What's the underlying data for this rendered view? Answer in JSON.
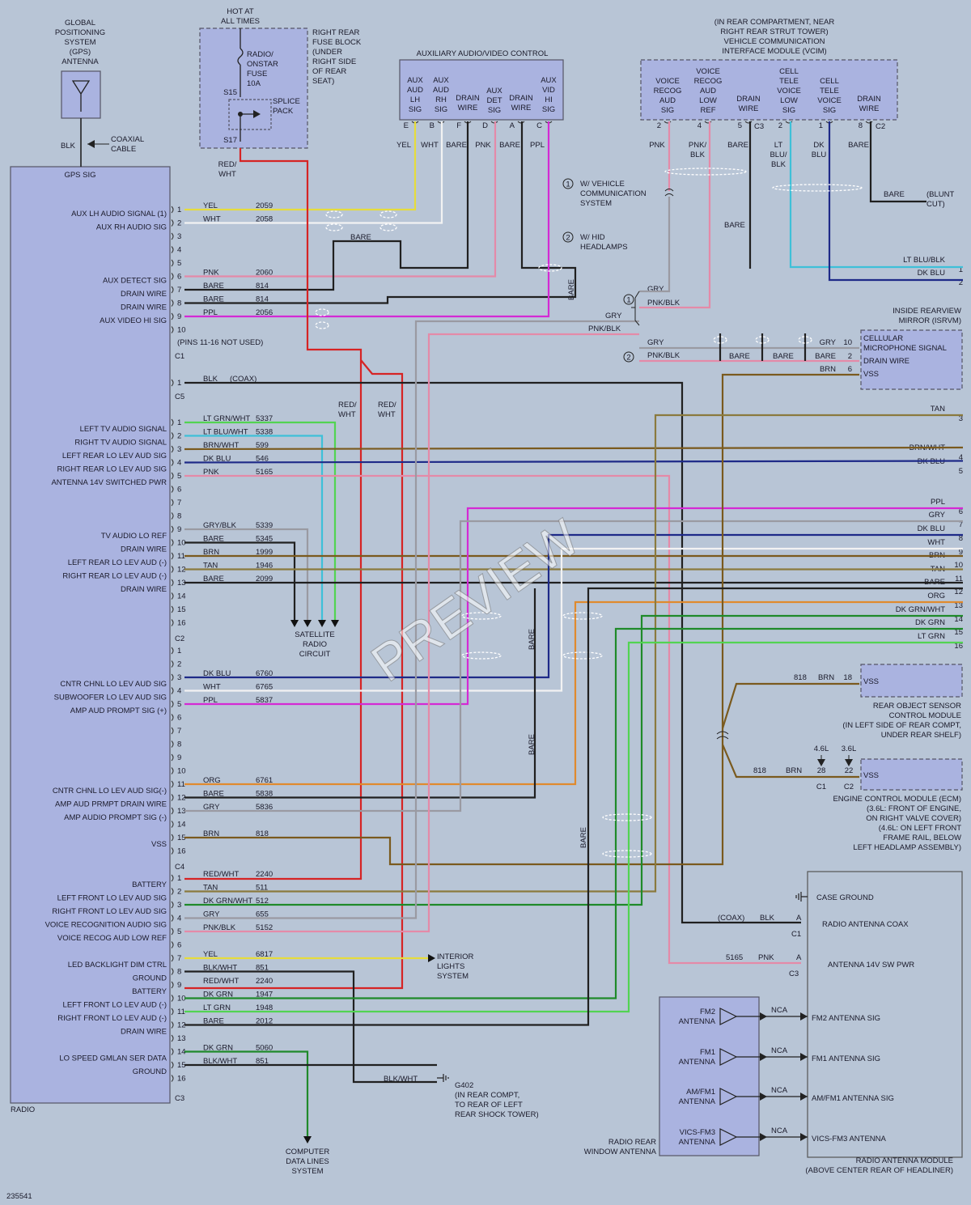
{
  "colors": {
    "background": "#b8c5d6",
    "module_fill": "#aab3e0",
    "module_stroke": "#555566",
    "YEL": "#e6dc3c",
    "WHT": "#f2f2f2",
    "BARE": "#202020",
    "BLK": "#202020",
    "PNK": "#e48aa8",
    "PPL": "#d42ad4",
    "RED": "#d62424",
    "GRY": "#9a9aa2",
    "DKBLU": "#1e2a88",
    "LTBLU": "#3ec0d8",
    "LTGRN": "#52d452",
    "DKGRN": "#1f8a2a",
    "BRN": "#7a5a1e",
    "TAN": "#8a7a3e",
    "ORG": "#e08a2e"
  },
  "radio": {
    "name": "RADIO",
    "gps_sig": "GPS SIG",
    "connectors": [
      "C1",
      "C5",
      "C2",
      "C4",
      "C3"
    ],
    "c1_pins_note": "(PINS 11-16 NOT USED)",
    "signals": [
      "AUX LH AUDIO SIGNAL (1)",
      "AUX RH AUDIO SIG",
      "AUX DETECT SIG",
      "DRAIN WIRE",
      "DRAIN WIRE",
      "AUX VIDEO HI SIG",
      "LEFT TV AUDIO SIGNAL",
      "RIGHT TV AUDIO SIGNAL",
      "LEFT REAR LO LEV AUD SIG",
      "RIGHT REAR LO LEV AUD SIG",
      "ANTENNA 14V SWITCHED PWR",
      "TV AUDIO LO REF",
      "DRAIN WIRE",
      "LEFT REAR LO LEV AUD (-)",
      "RIGHT REAR LO LEV AUD (-)",
      "DRAIN WIRE",
      "CNTR CHNL LO LEV AUD SIG",
      "SUBWOOFER LO LEV AUD SIG",
      "AMP AUD PROMPT SIG (+)",
      "CNTR CHNL LO LEV AUD SIG(-)",
      "AMP AUD PRMPT DRAIN WIRE",
      "AMP AUDIO PROMPT SIG (-)",
      "VSS",
      "BATTERY",
      "LEFT FRONT LO LEV AUD SIG",
      "RIGHT FRONT LO LEV AUD SIG",
      "VOICE RECOGNITION AUDIO SIG",
      "VOICE RECOG AUD LOW REF",
      "LED BACKLIGHT DIM CTRL",
      "GROUND",
      "BATTERY",
      "LEFT FRONT LO LEV AUD (-)",
      "RIGHT FRONT LO LEV AUD (-)",
      "DRAIN WIRE",
      "LO SPEED GMLAN SER DATA",
      "GROUND"
    ],
    "pins": {
      "c1": [
        "1",
        "2",
        "3",
        "4",
        "5",
        "6",
        "7",
        "8",
        "9",
        "10"
      ],
      "c5": [
        "1"
      ],
      "c2": [
        "1",
        "2",
        "3",
        "4",
        "5",
        "6",
        "7",
        "8",
        "9",
        "10",
        "11",
        "12",
        "13",
        "14",
        "15",
        "16"
      ],
      "c4": [
        "1",
        "2",
        "3",
        "4",
        "5",
        "6",
        "7",
        "8",
        "9",
        "10",
        "11",
        "12",
        "13",
        "14",
        "15",
        "16"
      ],
      "c3": [
        "1",
        "2",
        "3",
        "4",
        "5",
        "6",
        "7",
        "8",
        "9",
        "10",
        "11",
        "12",
        "13",
        "14",
        "15",
        "16"
      ]
    }
  },
  "wires_left": [
    {
      "color": "YEL",
      "circuit": "2059"
    },
    {
      "color": "WHT",
      "circuit": "2058"
    },
    {
      "color": "PNK",
      "circuit": "2060"
    },
    {
      "color": "BARE",
      "circuit": "814"
    },
    {
      "color": "BARE",
      "circuit": "814"
    },
    {
      "color": "PPL",
      "circuit": "2056"
    },
    {
      "color": "BLK",
      "circuit": "(COAX)"
    },
    {
      "color": "LT GRN/WHT",
      "circuit": "5337"
    },
    {
      "color": "LT BLU/WHT",
      "circuit": "5338"
    },
    {
      "color": "BRN/WHT",
      "circuit": "599"
    },
    {
      "color": "DK BLU",
      "circuit": "546"
    },
    {
      "color": "PNK",
      "circuit": "5165"
    },
    {
      "color": "GRY/BLK",
      "circuit": "5339"
    },
    {
      "color": "BARE",
      "circuit": "5345"
    },
    {
      "color": "BRN",
      "circuit": "1999"
    },
    {
      "color": "TAN",
      "circuit": "1946"
    },
    {
      "color": "BARE",
      "circuit": "2099"
    },
    {
      "color": "DK BLU",
      "circuit": "6760"
    },
    {
      "color": "WHT",
      "circuit": "6765"
    },
    {
      "color": "PPL",
      "circuit": "5837"
    },
    {
      "color": "ORG",
      "circuit": "6761"
    },
    {
      "color": "BARE",
      "circuit": "5838"
    },
    {
      "color": "GRY",
      "circuit": "5836"
    },
    {
      "color": "BRN",
      "circuit": "818"
    },
    {
      "color": "RED/WHT",
      "circuit": "2240"
    },
    {
      "color": "TAN",
      "circuit": "511"
    },
    {
      "color": "DK GRN/WHT",
      "circuit": "512"
    },
    {
      "color": "GRY",
      "circuit": "655"
    },
    {
      "color": "PNK/BLK",
      "circuit": "5152"
    },
    {
      "color": "YEL",
      "circuit": "6817"
    },
    {
      "color": "BLK/WHT",
      "circuit": "851"
    },
    {
      "color": "RED/WHT",
      "circuit": "2240"
    },
    {
      "color": "DK GRN",
      "circuit": "1947"
    },
    {
      "color": "LT GRN",
      "circuit": "1948"
    },
    {
      "color": "BARE",
      "circuit": "2012"
    },
    {
      "color": "DK GRN",
      "circuit": "5060"
    },
    {
      "color": "BLK/WHT",
      "circuit": "851"
    }
  ],
  "gps": {
    "title_lines": [
      "GLOBAL",
      "POSITIONING",
      "SYSTEM",
      "(GPS)",
      "ANTENNA"
    ],
    "wire": "BLK",
    "cable_lines": [
      "COAXIAL",
      "CABLE"
    ]
  },
  "fuse_block": {
    "hot_lines": [
      "HOT AT",
      "ALL TIMES"
    ],
    "title_lines": [
      "RIGHT REAR",
      "FUSE BLOCK",
      "(UNDER",
      "RIGHT SIDE",
      "OF REAR",
      "SEAT)"
    ],
    "fuse_lines": [
      "RADIO/",
      "ONSTAR",
      "FUSE",
      "10A"
    ],
    "s15": "S15",
    "s17": "S17",
    "splice_lines": [
      "SPLICE",
      "PACK"
    ],
    "wire_lines": [
      "RED/",
      "WHT"
    ]
  },
  "aux_av": {
    "title": "AUXILIARY AUDIO/VIDEO CONTROL",
    "terms": [
      {
        "pin": "E",
        "lines": [
          "AUX",
          "AUD",
          "LH",
          "SIG"
        ],
        "wire": "YEL"
      },
      {
        "pin": "B",
        "lines": [
          "AUX",
          "AUD",
          "RH",
          "SIG"
        ],
        "wire": "WHT"
      },
      {
        "pin": "F",
        "lines": [
          "DRAIN",
          "WIRE"
        ],
        "wire": "BARE"
      },
      {
        "pin": "D",
        "lines": [
          "AUX",
          "DET",
          "SIG"
        ],
        "wire": "PNK"
      },
      {
        "pin": "A",
        "lines": [
          "DRAIN",
          "WIRE"
        ],
        "wire": "BARE"
      },
      {
        "pin": "C",
        "lines": [
          "AUX",
          "VID",
          "HI",
          "SIG"
        ],
        "wire": "PPL"
      }
    ]
  },
  "vcim": {
    "title_lines": [
      "(IN REAR COMPARTMENT, NEAR",
      "RIGHT REAR STRUT TOWER)",
      "VEHICLE COMMUNICATION",
      "INTERFACE MODULE (VCIM)"
    ],
    "terms": [
      {
        "pin": "2",
        "lines": [
          "VOICE",
          "RECOG",
          "AUD",
          "SIG"
        ],
        "wire_lines": [
          "PNK"
        ]
      },
      {
        "pin": "4",
        "lines": [
          "VOICE",
          "RECOG",
          "AUD",
          "LOW",
          "REF"
        ],
        "wire_lines": [
          "PNK/",
          "BLK"
        ]
      },
      {
        "pin": "5",
        "lines": [
          "DRAIN",
          "WIRE"
        ],
        "wire_lines": [
          "BARE"
        ]
      },
      {
        "pin": "2",
        "lines": [
          "CELL",
          "TELE",
          "VOICE",
          "LOW",
          "SIG"
        ],
        "wire_lines": [
          "LT",
          "BLU/",
          "BLK"
        ]
      },
      {
        "pin": "1",
        "lines": [
          "CELL",
          "TELE",
          "VOICE",
          "SIG"
        ],
        "wire_lines": [
          "DK",
          "BLU"
        ]
      },
      {
        "pin": "8",
        "lines": [
          "DRAIN",
          "WIRE"
        ],
        "wire_lines": [
          "BARE"
        ]
      }
    ],
    "conn_c3": "C3",
    "conn_c2": "C2",
    "blunt_wire": "BARE",
    "blunt_lines": [
      "(BLUNT",
      "CUT)"
    ],
    "bare": "BARE"
  },
  "notes": [
    {
      "num": "1",
      "lines": [
        "W/ VEHICLE",
        "COMMUNICATION",
        "SYSTEM"
      ]
    },
    {
      "num": "2",
      "lines": [
        "W/ HID",
        "HEADLAMPS"
      ]
    }
  ],
  "right_wires": [
    {
      "color": "LT BLU/BLK",
      "num": "1"
    },
    {
      "color": "DK BLU",
      "num": "2"
    },
    {
      "color": "TAN",
      "num": "3"
    },
    {
      "color": "BRN/WHT",
      "num": "4"
    },
    {
      "color": "DK BLU",
      "num": "5"
    },
    {
      "color": "PPL",
      "num": "6"
    },
    {
      "color": "GRY",
      "num": "7"
    },
    {
      "color": "DK BLU",
      "num": "8"
    },
    {
      "color": "WHT",
      "num": "9"
    },
    {
      "color": "BRN",
      "num": "10"
    },
    {
      "color": "TAN",
      "num": "11"
    },
    {
      "color": "BARE",
      "num": "12"
    },
    {
      "color": "ORG",
      "num": "13"
    },
    {
      "color": "DK GRN/WHT",
      "num": "14"
    },
    {
      "color": "DK GRN",
      "num": "15"
    },
    {
      "color": "LT GRN",
      "num": "16"
    }
  ],
  "mirror": {
    "title_lines": [
      "INSIDE REARVIEW",
      "MIRROR (ISRVM)"
    ],
    "signals": [
      "CELLULAR",
      "MICROPHONE SIGNAL",
      "DRAIN WIRE",
      "VSS"
    ],
    "pins": [
      "10",
      "2",
      "6"
    ],
    "wires": [
      "GRY",
      "BARE",
      "BRN"
    ],
    "pnkblk": "PNK/BLK",
    "gry": "GRY",
    "bare": "BARE"
  },
  "ros": {
    "vss": "VSS",
    "circuit": "818",
    "wire": "BRN",
    "pin": "18",
    "title_lines": [
      "REAR OBJECT SENSOR",
      "CONTROL MODULE",
      "(IN LEFT SIDE OF REAR COMPT,",
      "UNDER REAR SHELF)"
    ]
  },
  "ecm": {
    "vss": "VSS",
    "circuit": "818",
    "wire": "BRN",
    "engines": [
      "4.6L",
      "3.6L"
    ],
    "pins": [
      "28",
      "22"
    ],
    "conns": [
      "C1",
      "C2"
    ],
    "title_lines": [
      "ENGINE CONTROL MODULE (ECM)",
      "(3.6L: FRONT OF ENGINE,",
      "ON RIGHT VALVE COVER)",
      "(4.6L: ON LEFT FRONT",
      "FRAME RAIL, BELOW",
      "LEFT HEADLAMP ASSEMBLY)"
    ]
  },
  "antenna_module": {
    "title_lines": [
      "RADIO ANTENNA MODULE",
      "(ABOVE CENTER REAR OF HEADLINER)"
    ],
    "case_ground": "CASE GROUND",
    "coax": "RADIO ANTENNA COAX",
    "pwr": "ANTENNA 14V SW PWR",
    "coax_wire": "(COAX)",
    "coax_color": "BLK",
    "pwr_circuit": "5165",
    "pwr_color": "PNK",
    "pin_a": "A",
    "conn_c1": "C1",
    "conn_c3": "C3",
    "nca": "NCA",
    "signals": [
      "FM2 ANTENNA SIG",
      "FM1 ANTENNA SIG",
      "AM/FM1 ANTENNA SIG",
      "VICS-FM3 ANTENNA"
    ]
  },
  "rear_window_antenna": {
    "title_lines": [
      "RADIO REAR",
      "WINDOW ANTENNA"
    ],
    "antennas": [
      {
        "lines": [
          "FM2",
          "ANTENNA"
        ]
      },
      {
        "lines": [
          "FM1",
          "ANTENNA"
        ]
      },
      {
        "lines": [
          "AM/FM1",
          "ANTENNA"
        ]
      },
      {
        "lines": [
          "VICS-FM3",
          "ANTENNA"
        ]
      }
    ]
  },
  "satellite": {
    "lines": [
      "SATELLITE",
      "RADIO",
      "CIRCUIT"
    ]
  },
  "interior_lights": {
    "lines": [
      "INTERIOR",
      "LIGHTS",
      "SYSTEM"
    ]
  },
  "computer_data": {
    "lines": [
      "COMPUTER",
      "DATA LINES",
      "SYSTEM"
    ]
  },
  "ground": {
    "name": "G402",
    "lines": [
      "(IN REAR COMPT,",
      "TO REAR OF LEFT",
      "REAR SHOCK TOWER)"
    ],
    "wire": "BLK/WHT"
  },
  "mid_labels": {
    "bare": "BARE",
    "red": "RED/",
    "wht": "WHT",
    "gry": "GRY",
    "pnkblk": "PNK/BLK"
  },
  "doc_number": "235541",
  "watermark": "PREVIEW"
}
